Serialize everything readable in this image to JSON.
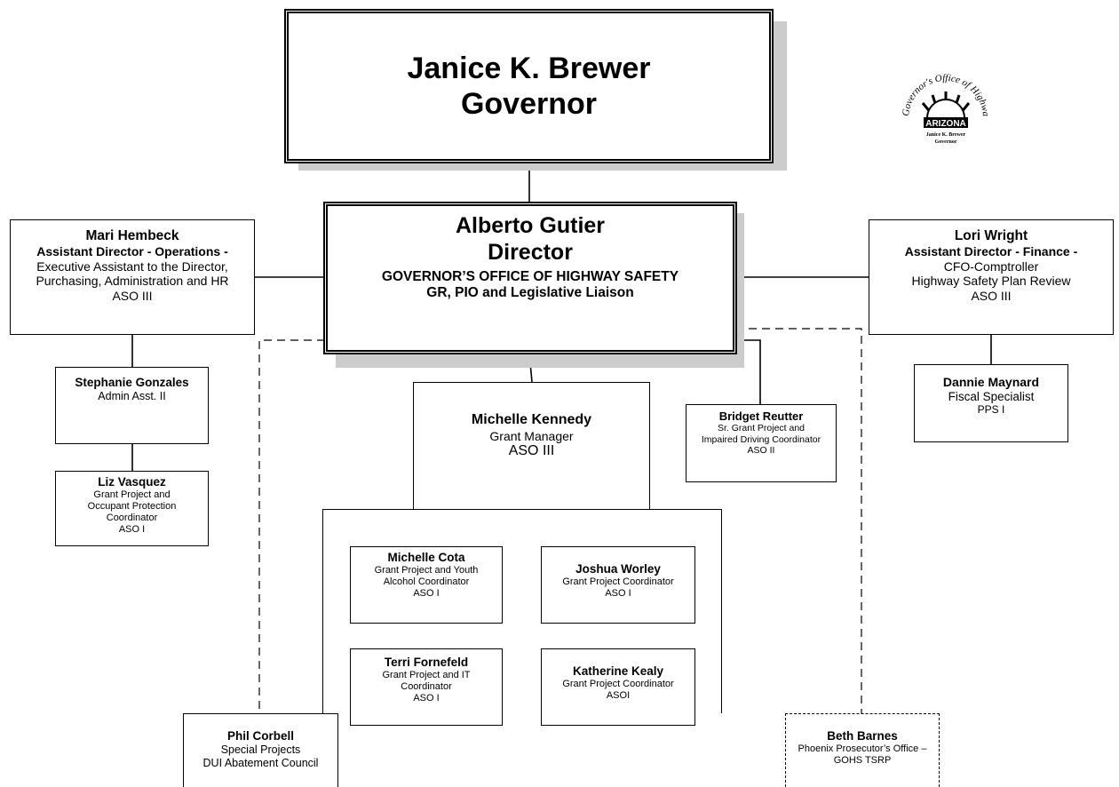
{
  "governor": {
    "name": "Janice K. Brewer",
    "title": "Governor"
  },
  "director": {
    "name": "Alberto Gutier",
    "title": "Director",
    "line1": "GOVERNOR’S OFFICE OF HIGHWAY SAFETY",
    "line2": "GR, PIO and Legislative Liaison"
  },
  "mari": {
    "name": "Mari Hembeck",
    "title": "Assistant Director - Operations -",
    "line1": "Executive Assistant to the Director,",
    "line2": "Purchasing, Administration and HR",
    "grade": "ASO III"
  },
  "lori": {
    "name": "Lori Wright",
    "title": "Assistant Director - Finance -",
    "line1": "CFO-Comptroller",
    "line2": "Highway Safety Plan Review",
    "grade": "ASO III"
  },
  "stephanie": {
    "name": "Stephanie Gonzales",
    "line1": "Admin Asst. II"
  },
  "liz": {
    "name": "Liz Vasquez",
    "line1": "Grant Project and",
    "line2": "Occupant Protection",
    "line3": "Coordinator",
    "grade": "ASO I"
  },
  "dannie": {
    "name": "Dannie Maynard",
    "line1": "Fiscal Specialist",
    "grade": "PPS I"
  },
  "michelle_k": {
    "name": "Michelle Kennedy",
    "line1": "Grant Manager",
    "grade": "ASO III"
  },
  "bridget": {
    "name": "Bridget Reutter",
    "line1": "Sr. Grant Project and",
    "line2": "Impaired Driving Coordinator",
    "grade": "ASO II"
  },
  "michelle_c": {
    "name": "Michelle Cota",
    "line1": "Grant Project and Youth",
    "line2": "Alcohol Coordinator",
    "grade": "ASO I"
  },
  "joshua": {
    "name": "Joshua Worley",
    "line1": "Grant Project Coordinator",
    "grade": "ASO I"
  },
  "terri": {
    "name": "Terri Fornefeld",
    "line1": "Grant Project and IT",
    "line2": "Coordinator",
    "grade": "ASO I"
  },
  "katherine": {
    "name": "Katherine Kealy",
    "line1": "Grant Project Coordinator",
    "grade": "ASOI"
  },
  "phil": {
    "name": "Phil Corbell",
    "line1": "Special Projects",
    "line2": "DUI Abatement Council"
  },
  "beth": {
    "name": "Beth Barnes",
    "line1": "Phoenix Prosecutor’s Office –",
    "line2": "GOHS TSRP"
  },
  "logo": {
    "ring_text": "Governor's Office of Highway Safety",
    "state": "ARIZONA",
    "line1": "Janice K. Brewer",
    "line2": "Governor"
  }
}
